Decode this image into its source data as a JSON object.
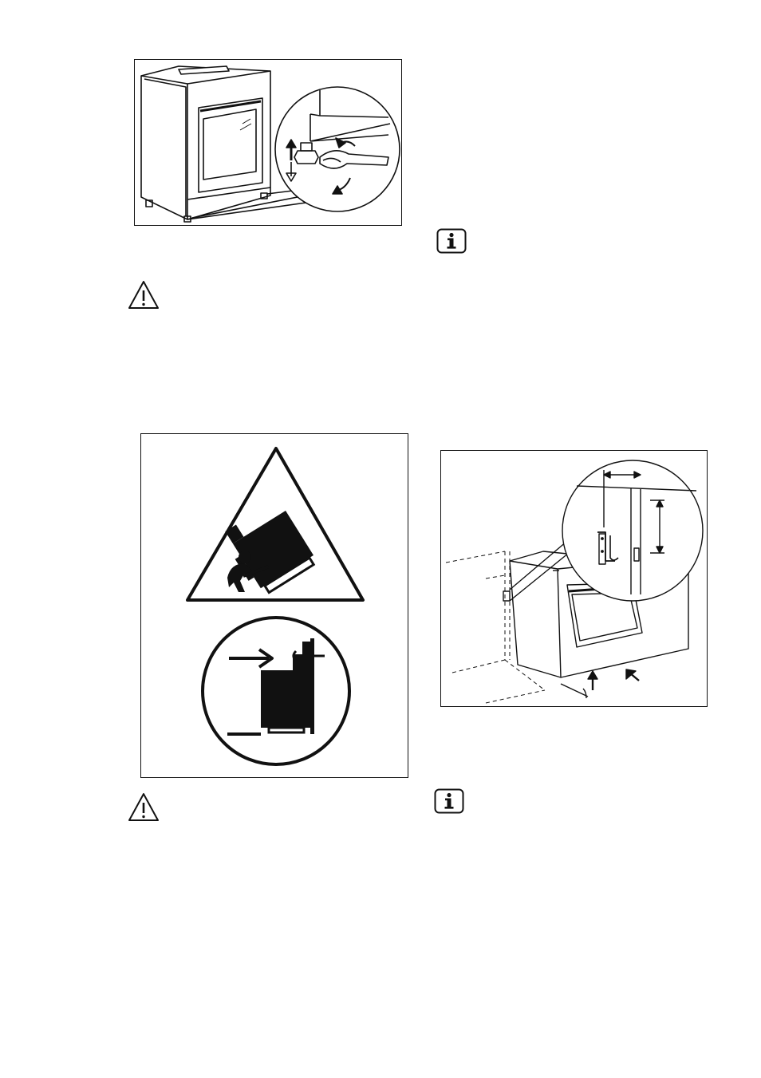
{
  "page": {
    "figures": [
      {
        "id": "leveling",
        "icon": "cooker-leveling-feet-illustration"
      },
      {
        "id": "tilt",
        "icon": "anti-tilt-warning-illustration"
      },
      {
        "id": "bracket",
        "icon": "anti-tilt-bracket-installation-illustration"
      }
    ],
    "symbols": [
      {
        "id": "warning-1",
        "icon": "warning-triangle-icon"
      },
      {
        "id": "info-1",
        "icon": "info-icon"
      },
      {
        "id": "warning-2",
        "icon": "warning-triangle-icon"
      },
      {
        "id": "info-2",
        "icon": "info-icon"
      }
    ],
    "info_letter": "i",
    "warning_mark": "!"
  }
}
